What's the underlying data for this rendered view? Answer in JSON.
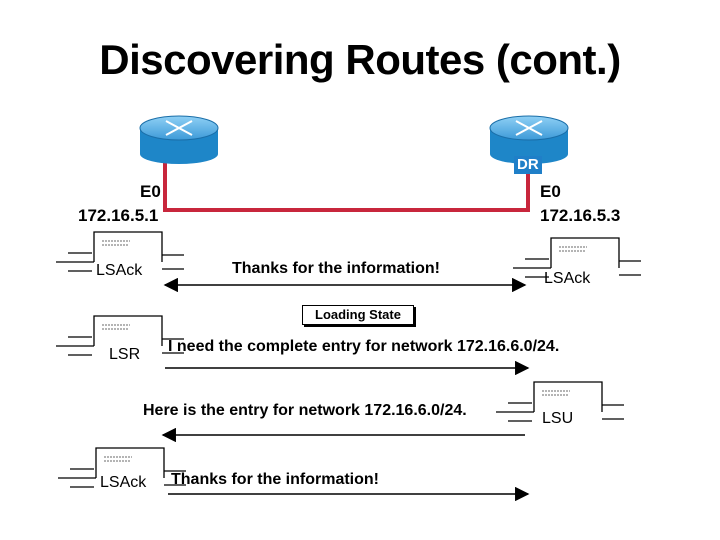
{
  "title": "Discovering Routes (cont.)",
  "left_router": {
    "interface": "E0",
    "ip": "172.16.5.1"
  },
  "right_router": {
    "badge": "DR",
    "interface": "E0",
    "ip": "172.16.5.3"
  },
  "state_label": "Loading State",
  "exchanges": [
    {
      "left_packet": "LSAck",
      "message": "Thanks for the information!",
      "right_packet": "LSAck",
      "direction": "both"
    },
    {
      "left_packet": "LSR",
      "message": "I need the complete entry for network 172.16.6.0/24.",
      "direction": "right"
    },
    {
      "right_packet": "LSU",
      "message": "Here is the entry for network 172.16.6.0/24.",
      "direction": "left"
    },
    {
      "left_packet": "LSAck",
      "message": "Thanks for the information!",
      "direction": "right"
    }
  ],
  "colors": {
    "link": "#c8263c",
    "router_body": "#1e86c8",
    "router_top": "#5fb4e8",
    "dr_badge": "#1f7fc8"
  }
}
